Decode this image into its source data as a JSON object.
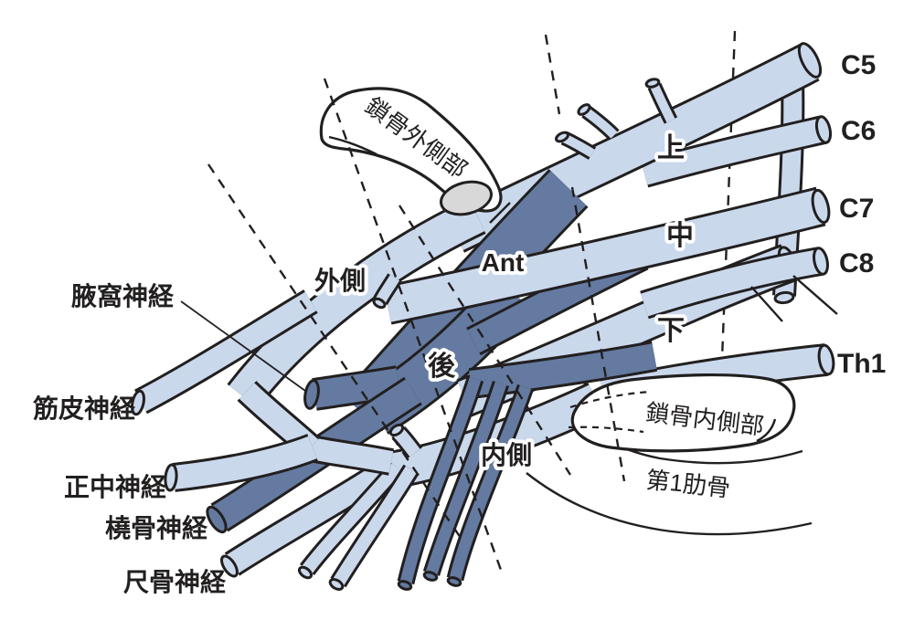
{
  "colors": {
    "background": "#ffffff",
    "nerve_light": "#cad8ec",
    "nerve_dark": "#647aa0",
    "outline": "#221f1f",
    "cut_surface_gray": "#d8d8d8",
    "label_halo": "#ffffff"
  },
  "roots": {
    "c5": "C5",
    "c6": "C6",
    "c7": "C7",
    "c8": "C8",
    "th1": "Th1"
  },
  "trunks": {
    "upper": "上",
    "middle": "中",
    "lower": "下"
  },
  "divisions": {
    "anterior": "Ant"
  },
  "cords": {
    "lateral": "外側",
    "posterior": "後",
    "medial": "内側"
  },
  "nerves": {
    "axillary": "腋窩神経",
    "musculocutaneous": "筋皮神経",
    "median": "正中神経",
    "radial": "橈骨神経",
    "ulnar": "尺骨神経"
  },
  "bones": {
    "clavicle_lateral": "鎖骨外側部",
    "clavicle_medial": "鎖骨内側部",
    "first_rib": "第1肋骨"
  }
}
